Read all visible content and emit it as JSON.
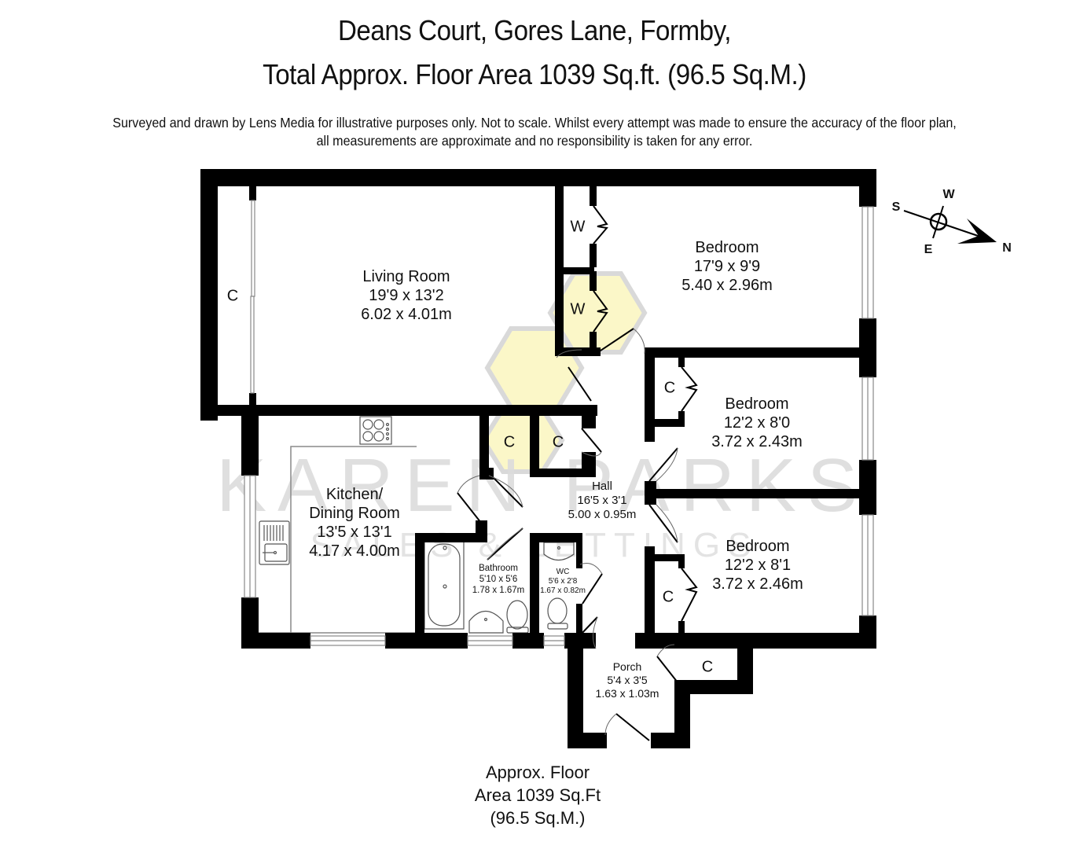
{
  "header": {
    "address": "Deans Court, Gores Lane, Formby,",
    "total_area": "Total Approx. Floor Area 1039 Sq.ft. (96.5 Sq.M.)"
  },
  "disclaimer": {
    "line1": "Surveyed and drawn by Lens Media for illustrative purposes only. Not to scale. Whilst every attempt was made to ensure the accuracy of the floor plan,",
    "line2": "all measurements are approximate and no responsibility is taken for any error."
  },
  "compass": {
    "north": "N",
    "south": "S",
    "east": "E",
    "west": "W"
  },
  "rooms": {
    "living_room": {
      "name": "Living Room",
      "imperial": "19'9 x 13'2",
      "metric": "6.02 x 4.01m"
    },
    "bedroom_1": {
      "name": "Bedroom",
      "imperial": "17'9 x 9'9",
      "metric": "5.40 x 2.96m"
    },
    "bedroom_2": {
      "name": "Bedroom",
      "imperial": "12'2 x 8'0",
      "metric": "3.72 x 2.43m"
    },
    "bedroom_3": {
      "name": "Bedroom",
      "imperial": "12'2 x 8'1",
      "metric": "3.72 x 2.46m"
    },
    "kitchen": {
      "name_line1": "Kitchen/",
      "name_line2": "Dining Room",
      "imperial": "13'5 x 13'1",
      "metric": "4.17 x 4.00m"
    },
    "hall": {
      "name": "Hall",
      "imperial": "16'5 x 3'1",
      "metric": "5.00 x 0.95m"
    },
    "bathroom": {
      "name": "Bathroom",
      "imperial": "5'10 x 5'6",
      "metric": "1.78 x 1.67m"
    },
    "wc": {
      "name": "WC",
      "imperial": "5'6 x 2'8",
      "metric": "1.67 x 0.82m"
    },
    "porch": {
      "name": "Porch",
      "imperial": "5'4 x 3'5",
      "metric": "1.63 x 1.03m"
    }
  },
  "storage": {
    "cupboard_label": "C",
    "wardrobe_label": "W"
  },
  "watermark": {
    "line1": "KAREN PARKS",
    "line2": "SALES & LETTINGS"
  },
  "footer": {
    "line1": "Approx. Floor",
    "line2": "Area 1039 Sq.Ft",
    "line3": "(96.5 Sq.M.)"
  },
  "colors": {
    "wall": "#000000",
    "watermark_text": "#d8d8d8",
    "watermark_hex": "#fbf7c8"
  }
}
